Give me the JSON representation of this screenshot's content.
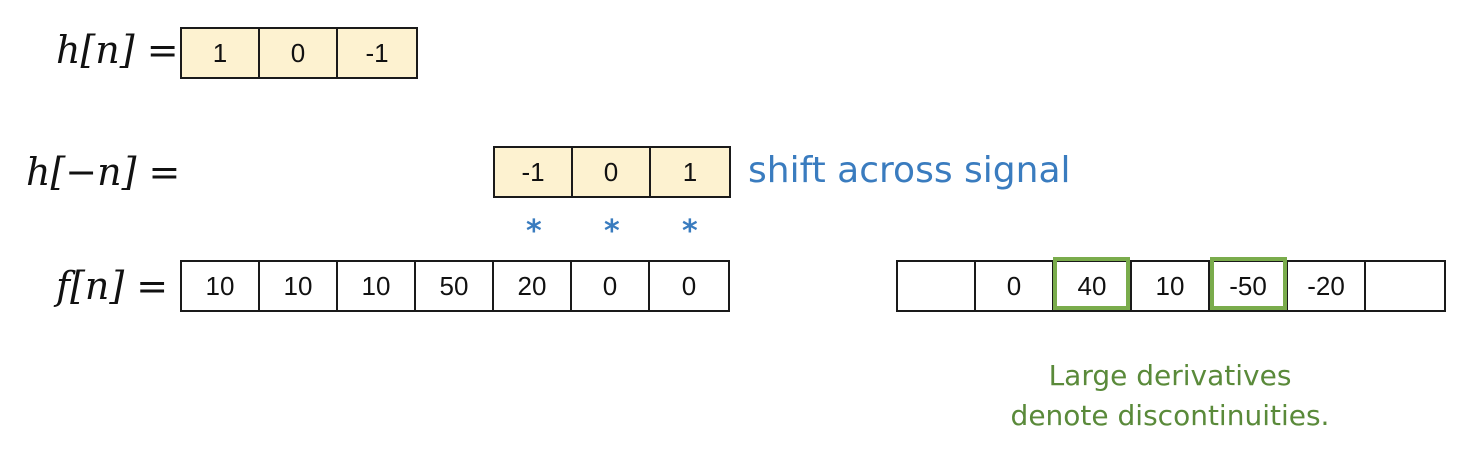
{
  "kernel": {
    "label": "h[n]",
    "equals": "=",
    "values": [
      "1",
      "0",
      "-1"
    ]
  },
  "flipped_kernel": {
    "label": "h[−n]",
    "equals": "=",
    "values": [
      "-1",
      "0",
      "1"
    ],
    "annotation": "shift across signal",
    "operators": [
      "*",
      "*",
      "*"
    ]
  },
  "signal": {
    "label": "f[n]",
    "equals": "=",
    "values": [
      "10",
      "10",
      "10",
      "50",
      "20",
      "0",
      "0"
    ]
  },
  "output": {
    "values": [
      "",
      "0",
      "40",
      "10",
      "-50",
      "-20",
      ""
    ],
    "highlighted_indices": [
      2,
      4
    ],
    "caption_line1": "Large derivatives",
    "caption_line2": "denote discontinuities."
  },
  "colors": {
    "kernel_fill": "#fdf2d0",
    "accent_blue": "#3a7cbf",
    "accent_green": "#7aac4c"
  }
}
